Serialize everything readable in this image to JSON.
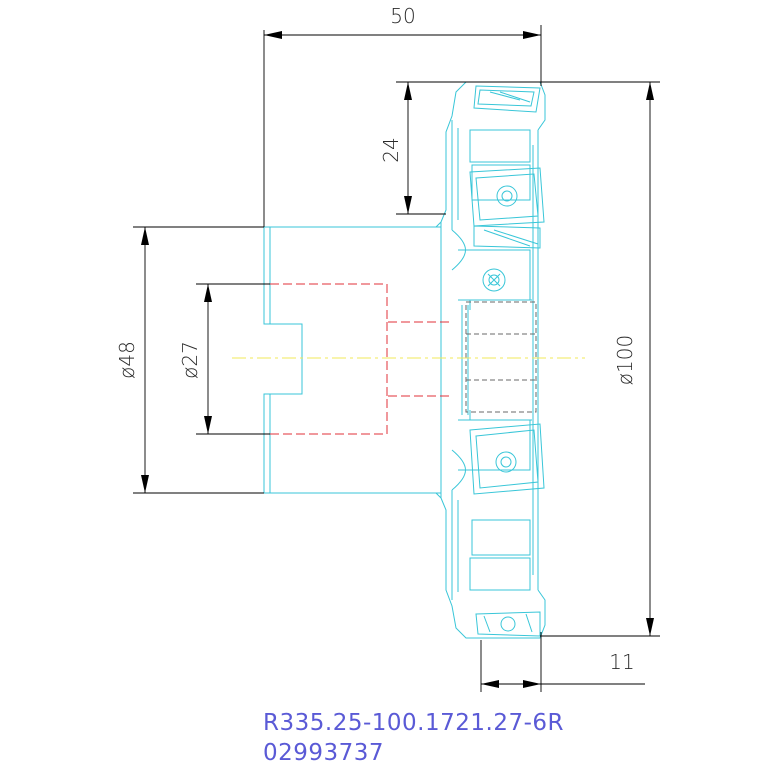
{
  "dimensions": {
    "overall_length": "50",
    "insert_height": "24",
    "shank_diameter": "ø48",
    "bore_diameter": "ø27",
    "cutter_diameter": "ø100",
    "insert_width": "11"
  },
  "part": {
    "designation": "R335.25-100.1721.27-6R",
    "item_number": "02993737"
  },
  "colors": {
    "geometry": "#39c6d8",
    "hidden_bore": "#e0303a",
    "centerline": "#f2e85a",
    "dimensions": "#000000",
    "part_text": "#5a5ad6"
  }
}
